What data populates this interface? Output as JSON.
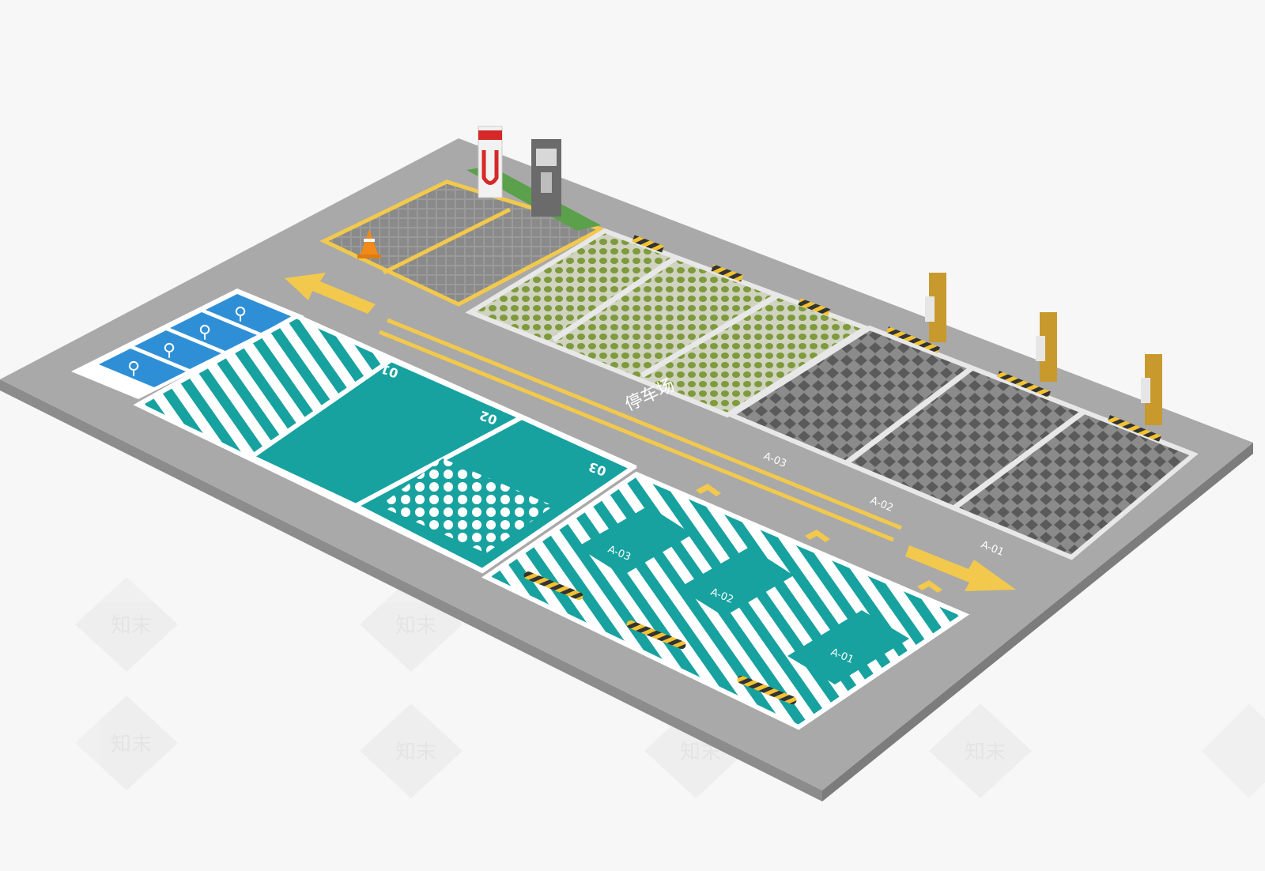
{
  "colors": {
    "background": "#f7f7f7",
    "asphalt": "#a6a6a6",
    "teal": "#17a2a0",
    "stripe_white": "#ffffff",
    "bike_blue": "#2f8fd6",
    "grass_green": "#8aa04a",
    "paver_gray": "#5d5d5d",
    "road_yellow": "#f2c94c",
    "charger_gold": "#c89a2e"
  },
  "road": {
    "center_text": "停车场"
  },
  "teal_bays": [
    {
      "number": "01"
    },
    {
      "number": "02"
    },
    {
      "number": "03"
    }
  ],
  "hatched_slots": [
    {
      "label": "A-03"
    },
    {
      "label": "A-02"
    },
    {
      "label": "A-01"
    }
  ],
  "paver_slots": [
    {
      "label": "A-03"
    },
    {
      "label": "A-02"
    },
    {
      "label": "A-01"
    }
  ],
  "bike_slots": [
    {
      "icon": "bicycle-icon"
    },
    {
      "icon": "bicycle-icon"
    },
    {
      "icon": "bicycle-icon"
    },
    {
      "icon": "bicycle-icon"
    }
  ],
  "watermark": {
    "text": "知末"
  }
}
